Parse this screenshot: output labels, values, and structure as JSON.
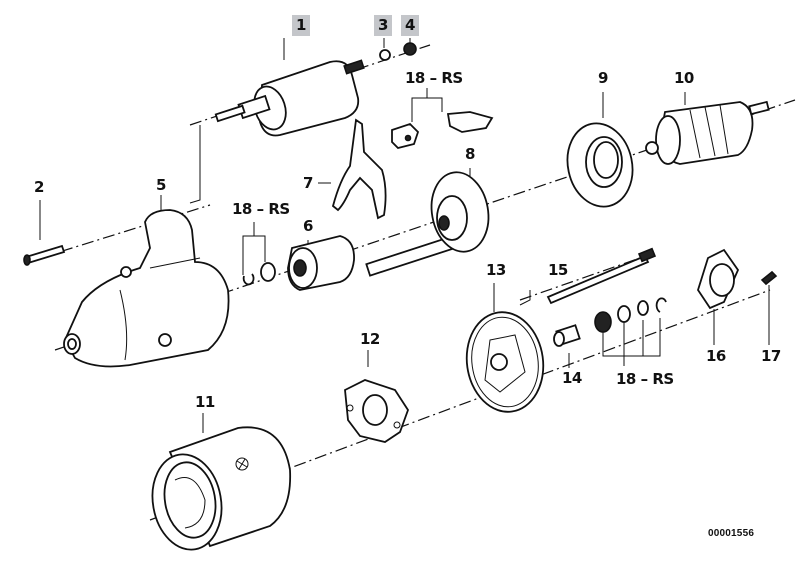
{
  "diagram": {
    "type": "exploded-parts-view",
    "subject": "Starter motor",
    "doc_id": "00001556",
    "highlight_color": "#c4c6ca",
    "callouts": [
      {
        "id": "1",
        "label": "1",
        "highlighted": true,
        "part": "solenoid switch"
      },
      {
        "id": "2",
        "label": "2",
        "highlighted": false,
        "part": "bolt"
      },
      {
        "id": "3",
        "label": "3",
        "highlighted": true,
        "part": "washer"
      },
      {
        "id": "4",
        "label": "4",
        "highlighted": true,
        "part": "nut"
      },
      {
        "id": "5",
        "label": "5",
        "highlighted": false,
        "part": "drive end housing"
      },
      {
        "id": "6",
        "label": "6",
        "highlighted": false,
        "part": "pinion drive"
      },
      {
        "id": "7",
        "label": "7",
        "highlighted": false,
        "part": "engaging lever"
      },
      {
        "id": "8",
        "label": "8",
        "highlighted": false,
        "part": "planetary gear carrier"
      },
      {
        "id": "9",
        "label": "9",
        "highlighted": false,
        "part": "ring gear"
      },
      {
        "id": "10",
        "label": "10",
        "highlighted": false,
        "part": "armature"
      },
      {
        "id": "11",
        "label": "11",
        "highlighted": false,
        "part": "field frame"
      },
      {
        "id": "12",
        "label": "12",
        "highlighted": false,
        "part": "brush holder"
      },
      {
        "id": "13",
        "label": "13",
        "highlighted": false,
        "part": "commutator end cover"
      },
      {
        "id": "14",
        "label": "14",
        "highlighted": false,
        "part": "bushing"
      },
      {
        "id": "15",
        "label": "15",
        "highlighted": false,
        "part": "through bolt"
      },
      {
        "id": "16",
        "label": "16",
        "highlighted": false,
        "part": "end cap"
      },
      {
        "id": "17",
        "label": "17",
        "highlighted": false,
        "part": "screw"
      }
    ],
    "repair_sets": [
      {
        "id": "18-rs-top",
        "label": "18 – RS"
      },
      {
        "id": "18-rs-left",
        "label": "18 – RS"
      },
      {
        "id": "18-rs-bottom",
        "label": "18 – RS"
      }
    ]
  }
}
